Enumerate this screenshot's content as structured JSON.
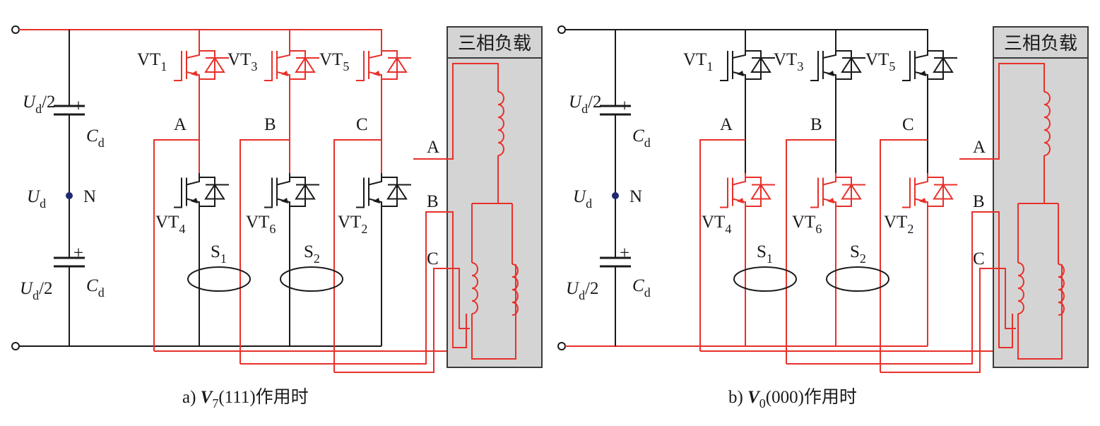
{
  "colors": {
    "active": "#e8302a",
    "idle": "#1a1a1a",
    "load_fill": "#d4d4d4",
    "neutral_dot": "#1f2a6e"
  },
  "load_title": "三相负载",
  "dc_bus": {
    "cap_top": {
      "voltage": "U",
      "voltage_sub": "d",
      "voltage_tail": "/2",
      "plus": "+",
      "cap": "C",
      "cap_sub": "d"
    },
    "cap_bot": {
      "voltage": "U",
      "voltage_sub": "d",
      "voltage_tail": "/2",
      "plus": "+",
      "cap": "C",
      "cap_sub": "d"
    },
    "ud": "U",
    "ud_sub": "d",
    "neutral": "N"
  },
  "switches": {
    "vt1": {
      "base": "VT",
      "sub": "1"
    },
    "vt3": {
      "base": "VT",
      "sub": "3"
    },
    "vt5": {
      "base": "VT",
      "sub": "5"
    },
    "vt4": {
      "base": "VT",
      "sub": "4"
    },
    "vt6": {
      "base": "VT",
      "sub": "6"
    },
    "vt2": {
      "base": "VT",
      "sub": "2"
    }
  },
  "phases": [
    "A",
    "B",
    "C"
  ],
  "load_phases": [
    "A",
    "B",
    "C"
  ],
  "sensors": [
    {
      "base": "S",
      "sub": "1"
    },
    {
      "base": "S",
      "sub": "2"
    }
  ],
  "panels": [
    {
      "prefix": "a) ",
      "vec": "V",
      "vec_sub": "7",
      "state": "(111)",
      "suffix": "作用时",
      "active": "upper"
    },
    {
      "prefix": "b) ",
      "vec": "V",
      "vec_sub": "0",
      "state": "(000)",
      "suffix": "作用时",
      "active": "lower"
    }
  ]
}
